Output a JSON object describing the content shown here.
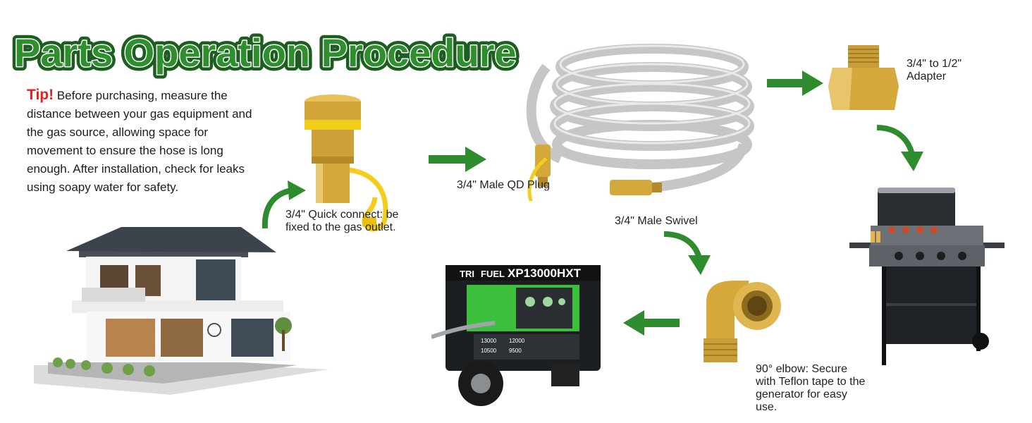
{
  "title": "Parts Operation Procedure",
  "tip": {
    "label": "Tip!",
    "text": "Before purchasing, measure the distance between your gas equipment and the gas source, allowing space for movement to ensure the hose is long enough. After installation, check for leaks using soapy water for safety."
  },
  "captions": {
    "quick_connect": "3/4\" Quick connect: be fixed to the gas outlet.",
    "qd_plug": "3/4\" Male QD Plug",
    "male_swivel": "3/4\" Male Swivel",
    "adapter": "3/4\" to 1/2\" Adapter",
    "elbow": "90° elbow: Secure with Teflon tape to the generator for easy use."
  },
  "generator": {
    "brand_left": "TRI",
    "brand_right": "FUEL",
    "model": "XP13000HXT",
    "panel_values": [
      "13000",
      "12000",
      "10500",
      "9500"
    ]
  },
  "colors": {
    "arrow_green": "#2e8b2e",
    "title_green": "#1f7a1f",
    "tip_red": "#e2211c",
    "brass": "#d4a83a",
    "hose_gray": "#c8cacc"
  }
}
